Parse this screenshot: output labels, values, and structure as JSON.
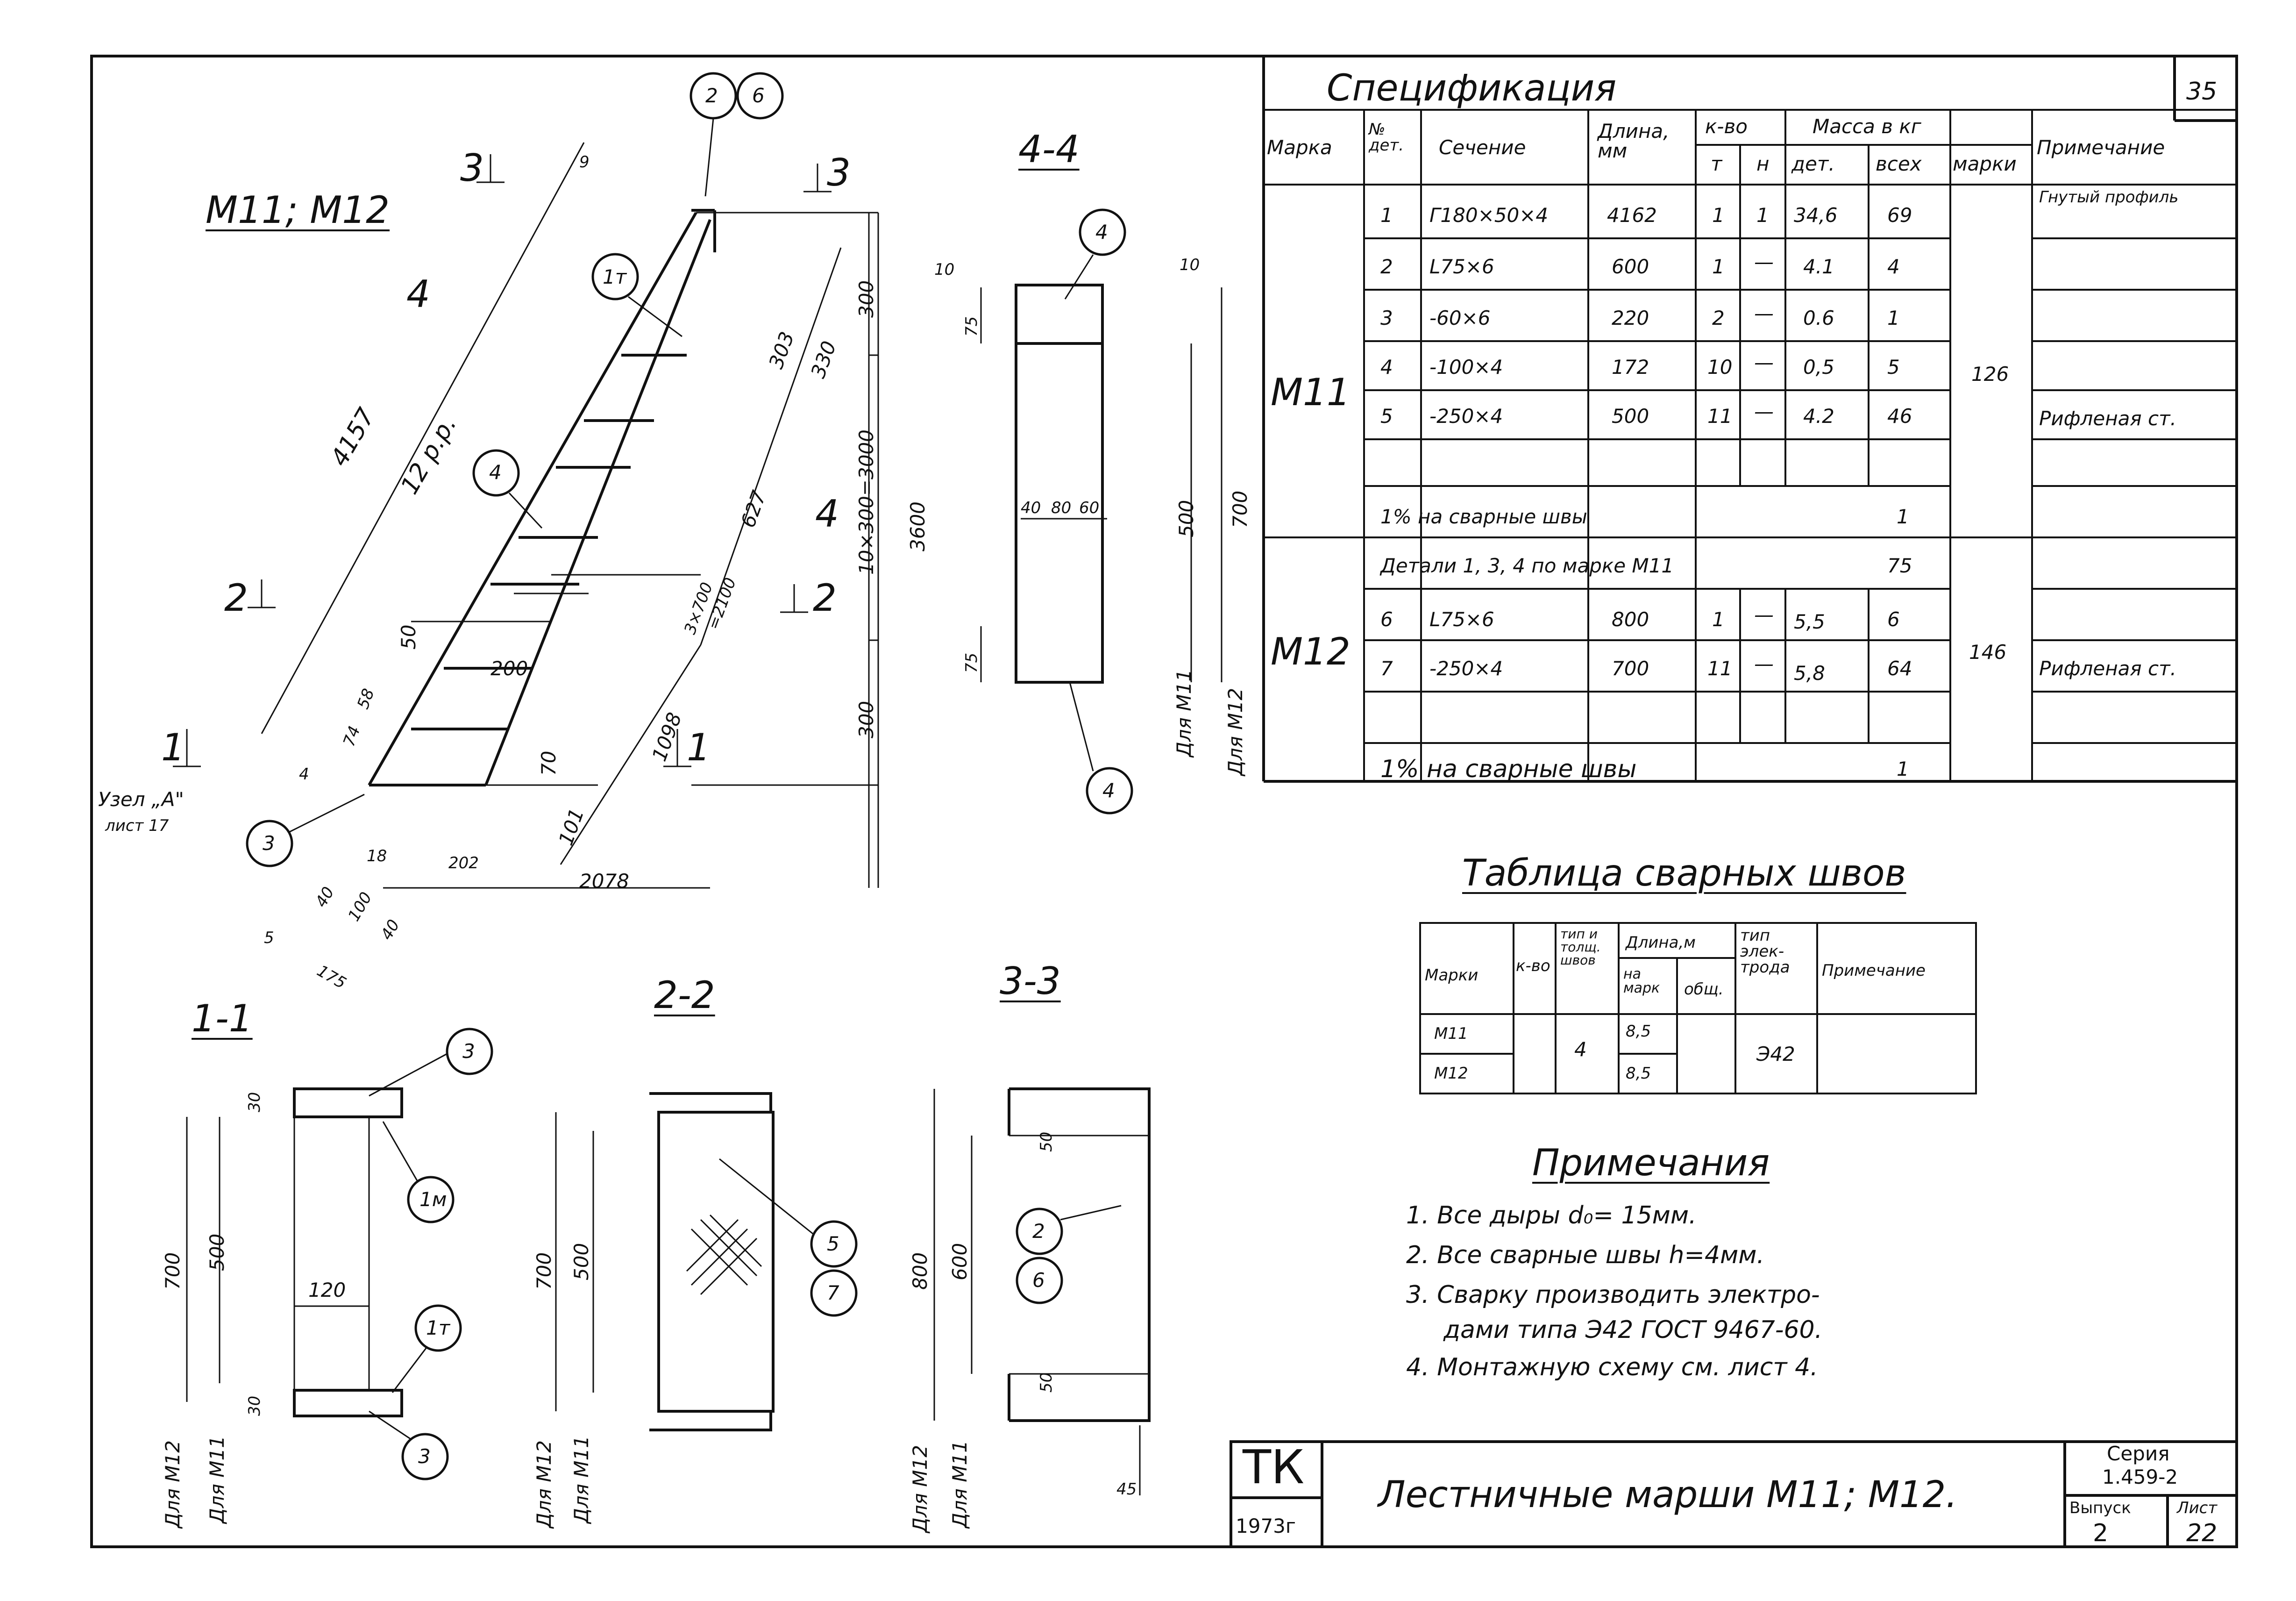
{
  "sheet": {
    "page_number": "35",
    "main_label": "М11; М12",
    "section_labels": {
      "s44": "4-4",
      "s11": "1-1",
      "s22": "2-2",
      "s33": "3-3"
    },
    "cut_marks": {
      "c3a": "3",
      "c3b": "3",
      "c4": "4",
      "c4b": "4",
      "c2a": "2",
      "c2b": "2",
      "c1a": "1",
      "c1b": "1"
    },
    "node_note": {
      "line1": "Узел „А\"",
      "line2": "лист 17"
    },
    "callouts": {
      "c26a": "2",
      "c26b": "6",
      "c1t": "1т",
      "c4a": "4",
      "c3": "3",
      "c4top": "4",
      "c4bot": "4",
      "c3s1top": "3",
      "c1m": "1м",
      "c1t2": "1т",
      "c3s1bot": "3",
      "c5": "5",
      "c7": "7",
      "c2": "2",
      "c6": "6"
    },
    "dims": {
      "d4157": "4157",
      "d12pr": "12 р.р.",
      "d9": "9",
      "d300top": "300",
      "d303": "303",
      "d330": "330",
      "d3600": "3600",
      "d10x300": "10×300=3000",
      "d627": "627",
      "d3x700": "3×700",
      "d2100": "=2100",
      "d50": "50",
      "d200": "200",
      "d1098": "1098",
      "d300bot": "300",
      "d70": "70",
      "d101": "101",
      "d202": "202",
      "d2078": "2078",
      "d18": "18",
      "d58": "58",
      "d74": "74",
      "d4": "4",
      "d40a": "40",
      "d100": "100",
      "d40b": "40",
      "d5": "5",
      "d175": "175",
      "d10a": "10",
      "d10b": "10",
      "d75a": "75",
      "d75b": "75",
      "d40c": "40",
      "d80": "80",
      "d60": "60",
      "d500": "500",
      "d700": "700",
      "dm11": "Для М11",
      "dm12": "Для М12",
      "s1_30a": "30",
      "s1_700": "700",
      "s1_500": "500",
      "s1_120": "120",
      "s1_30b": "30",
      "s1_m12": "Для М12",
      "s1_m11": "Для М11",
      "s2_700": "700",
      "s2_500": "500",
      "s2_m12": "Для М12",
      "s2_m11": "Для М11",
      "s3_800": "800",
      "s3_600": "600",
      "s3_50a": "50",
      "s3_50b": "50",
      "s3_45": "45",
      "s3_m12": "Для М12",
      "s3_m11": "Для М11"
    }
  },
  "spec": {
    "title": "Спецификация",
    "headers": {
      "mark": "Марка",
      "det_no": "№ дет.",
      "section": "Сечение",
      "length": "Длина, мм",
      "qty": "к-во",
      "t": "т",
      "n": "н",
      "mass": "Масса в кг",
      "m_det": "дет.",
      "m_all": "всех",
      "m_mark": "марки",
      "note": "Примечание"
    },
    "m11": {
      "mark": "М11",
      "mark_total": "126",
      "rows": [
        {
          "no": "1",
          "sec": "Г180×50×4",
          "len": "4162",
          "t": "1",
          "n": "1",
          "md": "34,6",
          "ma": "69",
          "note": "Гнутый профиль"
        },
        {
          "no": "2",
          "sec": "L75×6",
          "len": "600",
          "t": "1",
          "n": "—",
          "md": "4.1",
          "ma": "4",
          "note": ""
        },
        {
          "no": "3",
          "sec": "-60×6",
          "len": "220",
          "t": "2",
          "n": "—",
          "md": "0.6",
          "ma": "1",
          "note": ""
        },
        {
          "no": "4",
          "sec": "-100×4",
          "len": "172",
          "t": "10",
          "n": "—",
          "md": "0,5",
          "ma": "5",
          "note": ""
        },
        {
          "no": "5",
          "sec": "-250×4",
          "len": "500",
          "t": "11",
          "n": "—",
          "md": "4.2",
          "ma": "46",
          "note": "Рифленая ст."
        }
      ],
      "weld_label": "1% на сварные швы",
      "weld_value": "1"
    },
    "m12": {
      "mark": "М12",
      "mark_total": "146",
      "details_label": "Детали 1, 3, 4 по марке М11",
      "details_value": "75",
      "rows": [
        {
          "no": "6",
          "sec": "L75×6",
          "len": "800",
          "t": "1",
          "n": "—",
          "md": "5,5",
          "ma": "6",
          "note": ""
        },
        {
          "no": "7",
          "sec": "-250×4",
          "len": "700",
          "t": "11",
          "n": "—",
          "md": "5,8",
          "ma": "64",
          "note": "Рифленая ст."
        }
      ],
      "weld_label": "1% на сварные швы",
      "weld_value": "1"
    }
  },
  "welds": {
    "title": "Таблица сварных швов",
    "headers": {
      "mark": "Марки",
      "qty": "к-во",
      "type": "тип и толщ. швов",
      "len": "Длина,м",
      "per_mark": "на марк",
      "total": "общ.",
      "electrode": "тип элек- трода",
      "note": "Примечание"
    },
    "rows": [
      {
        "mark": "М11",
        "per": "8,5"
      },
      {
        "mark": "М12",
        "per": "8,5"
      }
    ],
    "type_value": "4",
    "electrode_value": "Э42"
  },
  "notes": {
    "title": "Примечания",
    "items": [
      "1. Все дыры d₀= 15мм.",
      "2. Все сварные швы h=4мм.",
      "3. Сварку производить электро-",
      "дами типа Э42 ГОСТ 9467-60.",
      "4. Монтажную схему см. лист 4."
    ]
  },
  "stamp": {
    "tk": "ТК",
    "year": "1973г",
    "title": "Лестничные марши М11; М12.",
    "series_label": "Серия",
    "series_value": "1.459-2",
    "issue_label": "Выпуск",
    "issue_value": "2",
    "sheet_label": "Лист",
    "sheet_value": "22"
  }
}
